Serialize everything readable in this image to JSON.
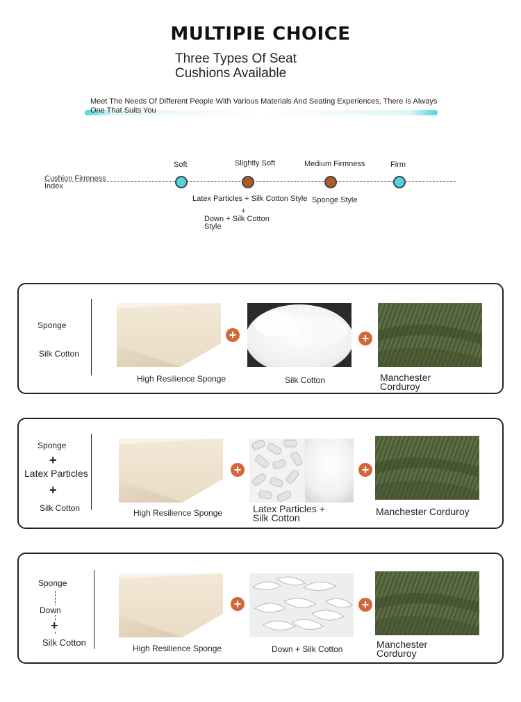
{
  "header": {
    "title": "MULTIPIE CHOICE",
    "subtitle_line1": "Three Types Of Seat",
    "subtitle_line2": "Cushions Available",
    "intro": "Meet The Needs Of Different People With Various Materials And Seating Experiences, There Is Always One That Suits You"
  },
  "firmness": {
    "axis_label_line1": "Cushion Firmness",
    "axis_label_line2": "Index",
    "levels": [
      {
        "label": "Soft",
        "color": "#4fd4dc"
      },
      {
        "label": "Slightly Soft",
        "color": "#b05a2c"
      },
      {
        "label": "Medium Firmness",
        "color": "#b05a2c"
      },
      {
        "label": "Firm",
        "color": "#4fd4dc"
      }
    ],
    "annotations": {
      "latex_style": "Latex Particles + Silk Cotton Style",
      "sponge_style": "Sponge Style",
      "plus": "+",
      "down_line1": "Down + Silk Cotton",
      "down_line2": "Style"
    }
  },
  "panels": [
    {
      "layers": [
        "Sponge",
        "Silk Cotton"
      ],
      "captions": [
        "High Resilience Sponge",
        "Silk Cotton",
        "Manchester Corduroy"
      ],
      "cap3_line1": "Manchester",
      "cap3_line2": "Corduroy"
    },
    {
      "layers": [
        "Sponge",
        "Latex Particles",
        "Silk Cotton"
      ],
      "plus": "+",
      "captions": [
        "High Resilience Sponge",
        "Latex Particles + Silk Cotton",
        "Manchester Corduroy"
      ],
      "cap2_line1": "Latex Particles +",
      "cap2_line2": "Silk Cotton"
    },
    {
      "layers": [
        "Sponge",
        "Down",
        "Silk Cotton"
      ],
      "plus": "+",
      "captions": [
        "High Resilience Sponge",
        "Down + Silk Cotton",
        "Manchester Corduroy"
      ],
      "cap3_line1": "Manchester",
      "cap3_line2": "Corduroy"
    }
  ],
  "icons": {
    "plus_circle": "+",
    "accent_color": "#d2683a"
  }
}
